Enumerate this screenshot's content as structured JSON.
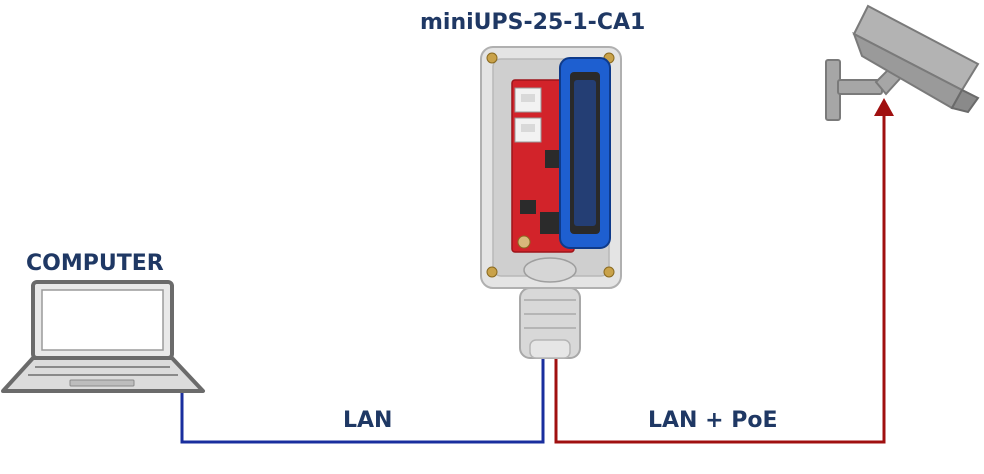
{
  "device": {
    "title": "miniUPS-25-1-CA1"
  },
  "computer": {
    "title": "COMPUTER"
  },
  "links": {
    "lan_label": "LAN",
    "lan_poe_label": "LAN + PoE",
    "lan_color": "#1a2f9e",
    "poe_color": "#a01010"
  },
  "icons": {
    "computer": "laptop-icon",
    "camera": "cctv-camera-icon",
    "device": "ups-enclosure-icon"
  }
}
